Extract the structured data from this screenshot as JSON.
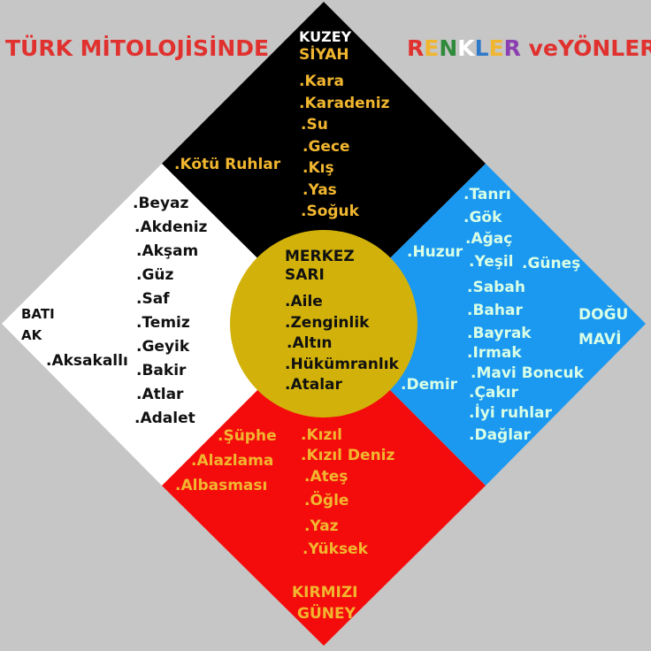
{
  "title_left": "TÜRK MİTOLOJİSİNDE",
  "title_right": {
    "letters": [
      {
        "ch": "R",
        "color": "#e0312f"
      },
      {
        "ch": "E",
        "color": "#f1b62f"
      },
      {
        "ch": "N",
        "color": "#2f8a3a"
      },
      {
        "ch": "K",
        "color": "#ffffff"
      },
      {
        "ch": "L",
        "color": "#2f79c9"
      },
      {
        "ch": "E",
        "color": "#f1b62f"
      },
      {
        "ch": "R",
        "color": "#8b3fb0"
      }
    ],
    "rest": " veYÖNLER",
    "rest_color": "#e0312f"
  },
  "colors": {
    "background": "#c6c6c6",
    "north": "#000000",
    "east": "#1b98f0",
    "south": "#f40c0c",
    "west": "#ffffff",
    "center": "#d2b20a",
    "label_gold": "#f1b62f",
    "label_black": "#111111",
    "label_cyan": "#d8ffe6"
  },
  "north": {
    "direction": "KUZEY",
    "color_name": "SİYAH",
    "items": [
      ".Kara",
      ".Karadeniz",
      ".Su",
      ".Gece",
      ".Kış",
      ".Yas",
      ".Soğuk"
    ],
    "side_item": ".Kötü Ruhlar"
  },
  "center": {
    "direction": "MERKEZ",
    "color_name": "SARI",
    "items": [
      ".Aile",
      ".Zenginlik",
      ".Altın",
      ".Hükümranlık",
      ".Atalar"
    ]
  },
  "west": {
    "direction": "BATI",
    "color_name": "AK",
    "side_item": ".Aksakallı",
    "items": [
      ".Beyaz",
      ".Akdeniz",
      ".Akşam",
      ".Güz",
      ".Saf",
      ".Temiz",
      ".Geyik",
      ".Bakir",
      ".Atlar",
      ".Adalet"
    ]
  },
  "east": {
    "direction": "DOĞU",
    "color_name": "MAVİ",
    "items": [
      ".Tanrı",
      ".Gök",
      ".Ağaç",
      ".Yeşil",
      ".Sabah",
      ".Bahar",
      ".Bayrak",
      ".Irmak",
      ".Mavi Boncuk",
      ".Çakır",
      ".İyi ruhlar",
      ".Dağlar"
    ],
    "item_gunes": ".Güneş",
    "item_huzur": ".Huzur",
    "item_demir": ".Demir"
  },
  "south": {
    "direction": "GÜNEY",
    "color_name": "KIRMIZI",
    "items": [
      ".Kızıl",
      ".Kızıl Deniz",
      ".Ateş",
      ".Öğle",
      ".Yaz",
      ".Yüksek"
    ],
    "left_items": [
      ".Şüphe",
      ".Alazlama",
      ".Albasması"
    ]
  }
}
